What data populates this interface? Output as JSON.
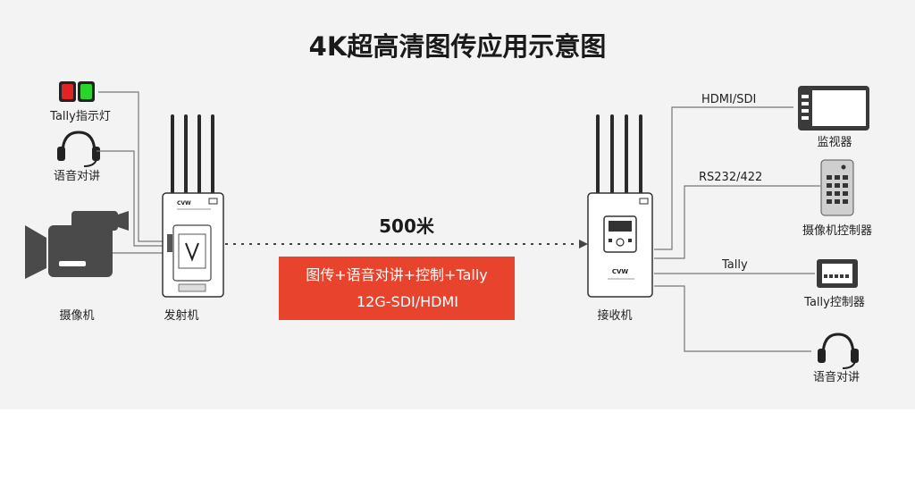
{
  "title": "4K超高清图传应用示意图",
  "distance": "500米",
  "transmission": {
    "line1": "图传+语音对讲+控制+Tally",
    "line2": "12G-SDI/HDMI",
    "color": "#e8432d"
  },
  "left": {
    "tally_label": "Tally指示灯",
    "intercom_label": "语音对讲",
    "camera_label": "摄像机",
    "transmitter_label": "发射机",
    "tally_colors": [
      "#e02424",
      "#2bd42b"
    ]
  },
  "right": {
    "receiver_label": "接收机",
    "link_hdmi": "HDMI/SDI",
    "link_rs": "RS232/422",
    "link_tally": "Tally",
    "monitor_label": "监视器",
    "camera_ctrl_label": "摄像机控制器",
    "tally_ctrl_label": "Tally控制器",
    "intercom_label": "语音对讲"
  },
  "device_logo": "CVW"
}
